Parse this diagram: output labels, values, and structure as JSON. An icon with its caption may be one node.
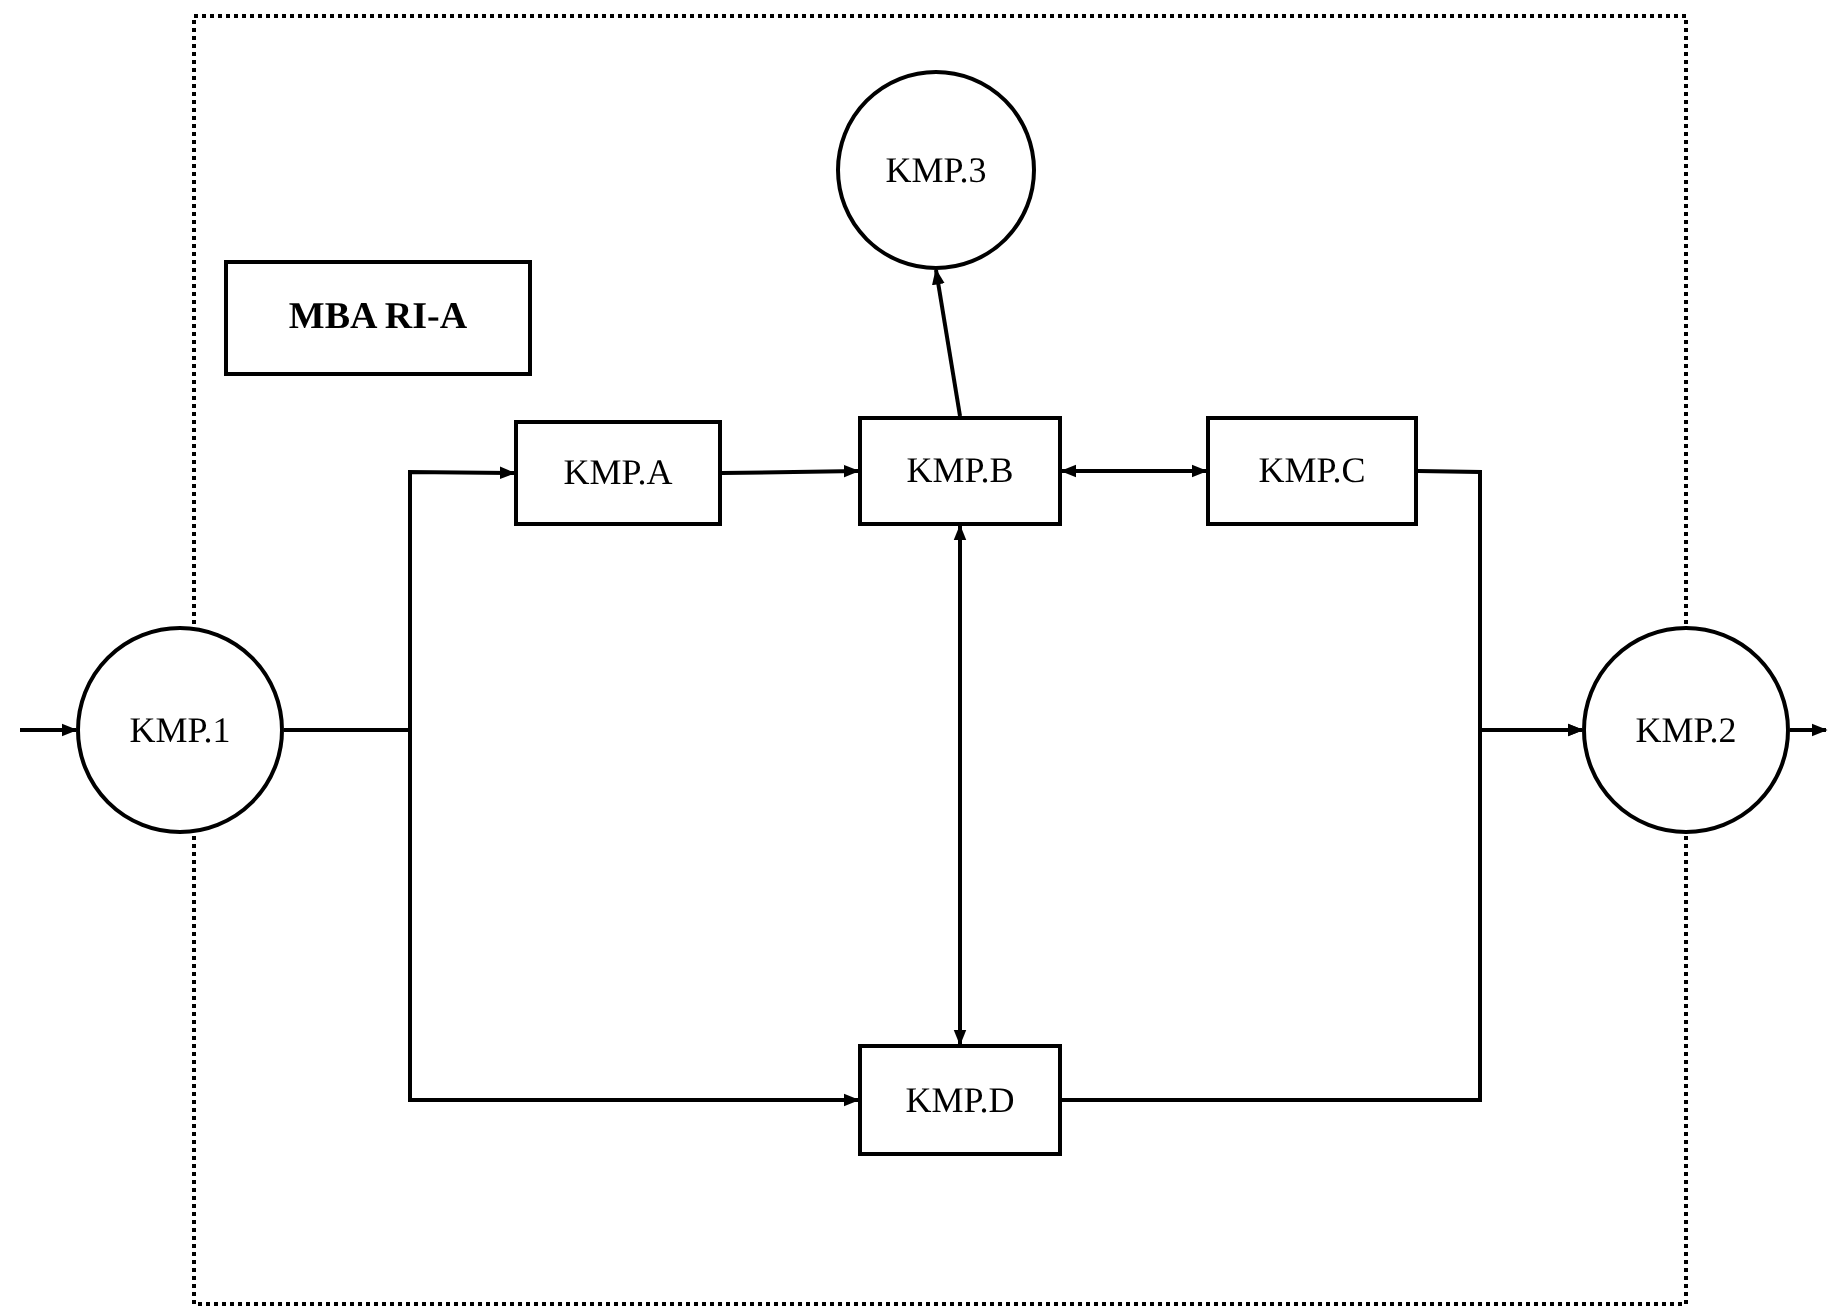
{
  "diagram": {
    "nodes": [
      {
        "text": [
          "MBA RI-A"
        ]
      },
      {
        "text": [
          "KMP.3"
        ]
      },
      {
        "text": [
          "KMP.A"
        ]
      },
      {
        "text": [
          "KMP.B"
        ]
      },
      {
        "text": [
          "KMP.C"
        ]
      },
      {
        "text": [
          "KMP.1"
        ]
      },
      {
        "text": [
          "KMP.2"
        ]
      },
      {
        "text": [
          "KMP.D"
        ]
      }
    ],
    "edges": [
      {
        "from": null,
        "to": 5,
        "arrow": "to"
      },
      {
        "from": 5,
        "to": 2,
        "arrow": "to"
      },
      {
        "from": 5,
        "to": 7,
        "arrow": "to"
      },
      {
        "from": 2,
        "to": 3,
        "arrow": "to"
      },
      {
        "from": 3,
        "to": 1,
        "arrow": "to"
      },
      {
        "from": 3,
        "to": 4,
        "arrow": "both"
      },
      {
        "from": 3,
        "to": 7,
        "arrow": "both"
      },
      {
        "from": 4,
        "to": 6,
        "arrow": "to"
      },
      {
        "from": 7,
        "to": 6,
        "arrow": "to"
      },
      {
        "from": 6,
        "to": null,
        "arrow": "to"
      }
    ]
  }
}
